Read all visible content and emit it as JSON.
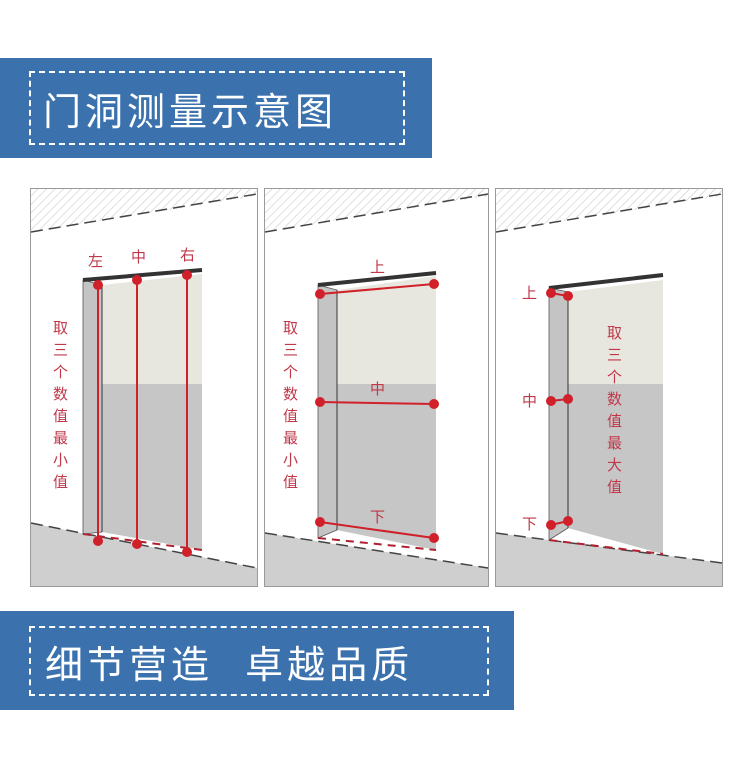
{
  "header_banner": {
    "title": "门洞测量示意图",
    "background": "#3b72ae"
  },
  "footer_banner": {
    "title": "细节营造  卓越品质",
    "background": "#3b72ae"
  },
  "colors": {
    "measure_line": "#d0202a",
    "label": "#c0384a",
    "wall": "#ffffff",
    "floor": "#cfcfcf",
    "door_panel": "#e6e5de"
  },
  "panels": [
    {
      "id": "width",
      "top_labels": [
        "左",
        "中",
        "右"
      ],
      "side_text": [
        "取",
        "三",
        "个",
        "数",
        "值",
        "最",
        "小",
        "值"
      ]
    },
    {
      "id": "height",
      "row_labels": [
        "上",
        "中",
        "下"
      ],
      "side_text": [
        "取",
        "三",
        "个",
        "数",
        "值",
        "最",
        "小",
        "值"
      ]
    },
    {
      "id": "depth",
      "row_labels": [
        "上",
        "中",
        "下"
      ],
      "side_text": [
        "取",
        "三",
        "个",
        "数",
        "值",
        "最",
        "大",
        "值"
      ]
    }
  ]
}
